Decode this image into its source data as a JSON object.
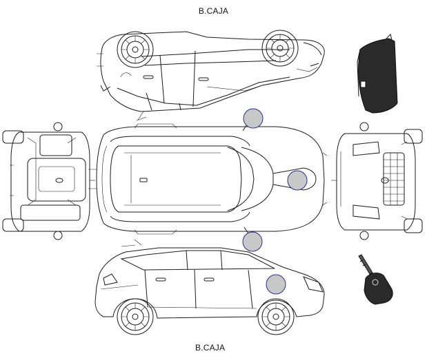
{
  "labels": {
    "top": "B.CAJA",
    "bottom": "B.CAJA"
  },
  "colors": {
    "outline": "#1a1a1a",
    "damage_marker_fill": "#c8c8c8",
    "damage_marker_stroke": "#2b2b8f"
  },
  "icons": {
    "cargo_cover": "cargo-cover-icon",
    "key": "car-key-icon"
  },
  "damage_markers": [
    {
      "id": "marker-top-mirror"
    },
    {
      "id": "marker-top-hood"
    },
    {
      "id": "marker-bottom-mirror"
    },
    {
      "id": "marker-side-front-fender"
    }
  ]
}
